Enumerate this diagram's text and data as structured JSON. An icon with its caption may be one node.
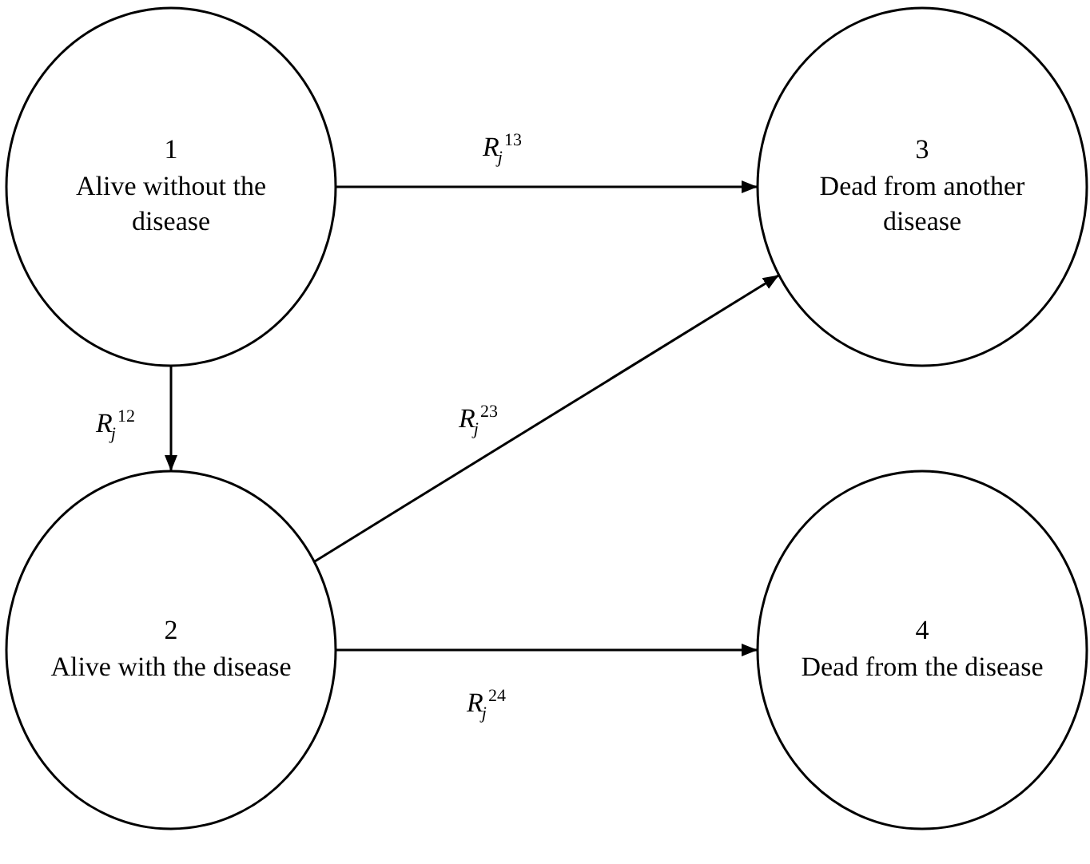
{
  "diagram": {
    "nodes": [
      {
        "text": [
          "1",
          "Alive without the disease"
        ]
      },
      {
        "text": [
          "2",
          "Alive with the disease"
        ]
      },
      {
        "text": [
          "3",
          "Dead from another disease"
        ]
      },
      {
        "text": [
          "4",
          "Dead from the disease"
        ]
      }
    ],
    "edges": [
      {
        "from": 0,
        "to": 2,
        "arrow": "to",
        "label": "*R*$_{j}$$^{13}$"
      },
      {
        "from": 0,
        "to": 1,
        "arrow": "to",
        "label": "*R*$_{j}$$^{12}$"
      },
      {
        "from": 1,
        "to": 2,
        "arrow": "to",
        "label": "*R*$_{j}$$^{23}$"
      },
      {
        "from": 1,
        "to": 3,
        "arrow": "to",
        "label": "*R*$_{j}$$^{24}$"
      }
    ]
  }
}
